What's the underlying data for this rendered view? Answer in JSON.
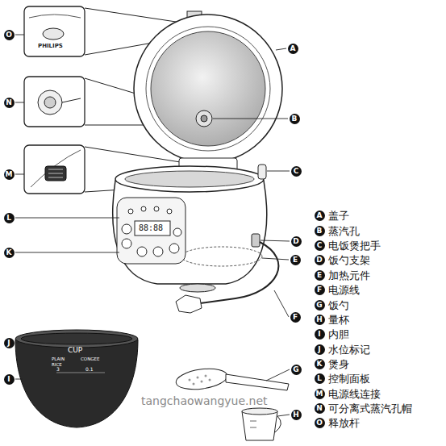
{
  "diagram": {
    "nodes": [
      {
        "text": [
          "O"
        ]
      },
      {
        "text": [
          "N"
        ]
      },
      {
        "text": [
          "M"
        ]
      },
      {
        "text": [
          "L"
        ]
      },
      {
        "text": [
          "K"
        ]
      },
      {
        "text": [
          "J"
        ]
      },
      {
        "text": [
          "I"
        ]
      },
      {
        "text": [
          "A"
        ]
      },
      {
        "text": [
          "B"
        ]
      },
      {
        "text": [
          "C"
        ]
      },
      {
        "text": [
          "D"
        ]
      },
      {
        "text": [
          "E"
        ]
      },
      {
        "text": [
          "F"
        ]
      },
      {
        "text": [
          "G"
        ]
      },
      {
        "text": [
          "H"
        ]
      },
      {
        "text": [
          "A",
          "盖子"
        ]
      },
      {
        "text": [
          "B",
          "蒸汽孔"
        ]
      },
      {
        "text": [
          "C",
          "电饭煲把手"
        ]
      },
      {
        "text": [
          "D",
          "饭勺支架"
        ]
      },
      {
        "text": [
          "E",
          "加热元件"
        ]
      },
      {
        "text": [
          "F",
          "电源线"
        ]
      },
      {
        "text": [
          "G",
          "饭勺"
        ]
      },
      {
        "text": [
          "H",
          "量杯"
        ]
      },
      {
        "text": [
          "I",
          "内胆"
        ]
      },
      {
        "text": [
          "J",
          "水位标记"
        ]
      },
      {
        "text": [
          "K",
          "煲身"
        ]
      },
      {
        "text": [
          "L",
          "控制面板"
        ]
      },
      {
        "text": [
          "M",
          "电源线连接"
        ]
      },
      {
        "text": [
          "N",
          "可分离式蒸汽孔帽"
        ]
      },
      {
        "text": [
          "O",
          "释放杆"
        ]
      }
    ],
    "labels": [
      "PHILIPS",
      "CUP",
      "PLAIN",
      "CONGEE",
      "RICE",
      "3",
      "0.1",
      "88:88",
      "tangchaowangyue.net"
    ]
  }
}
